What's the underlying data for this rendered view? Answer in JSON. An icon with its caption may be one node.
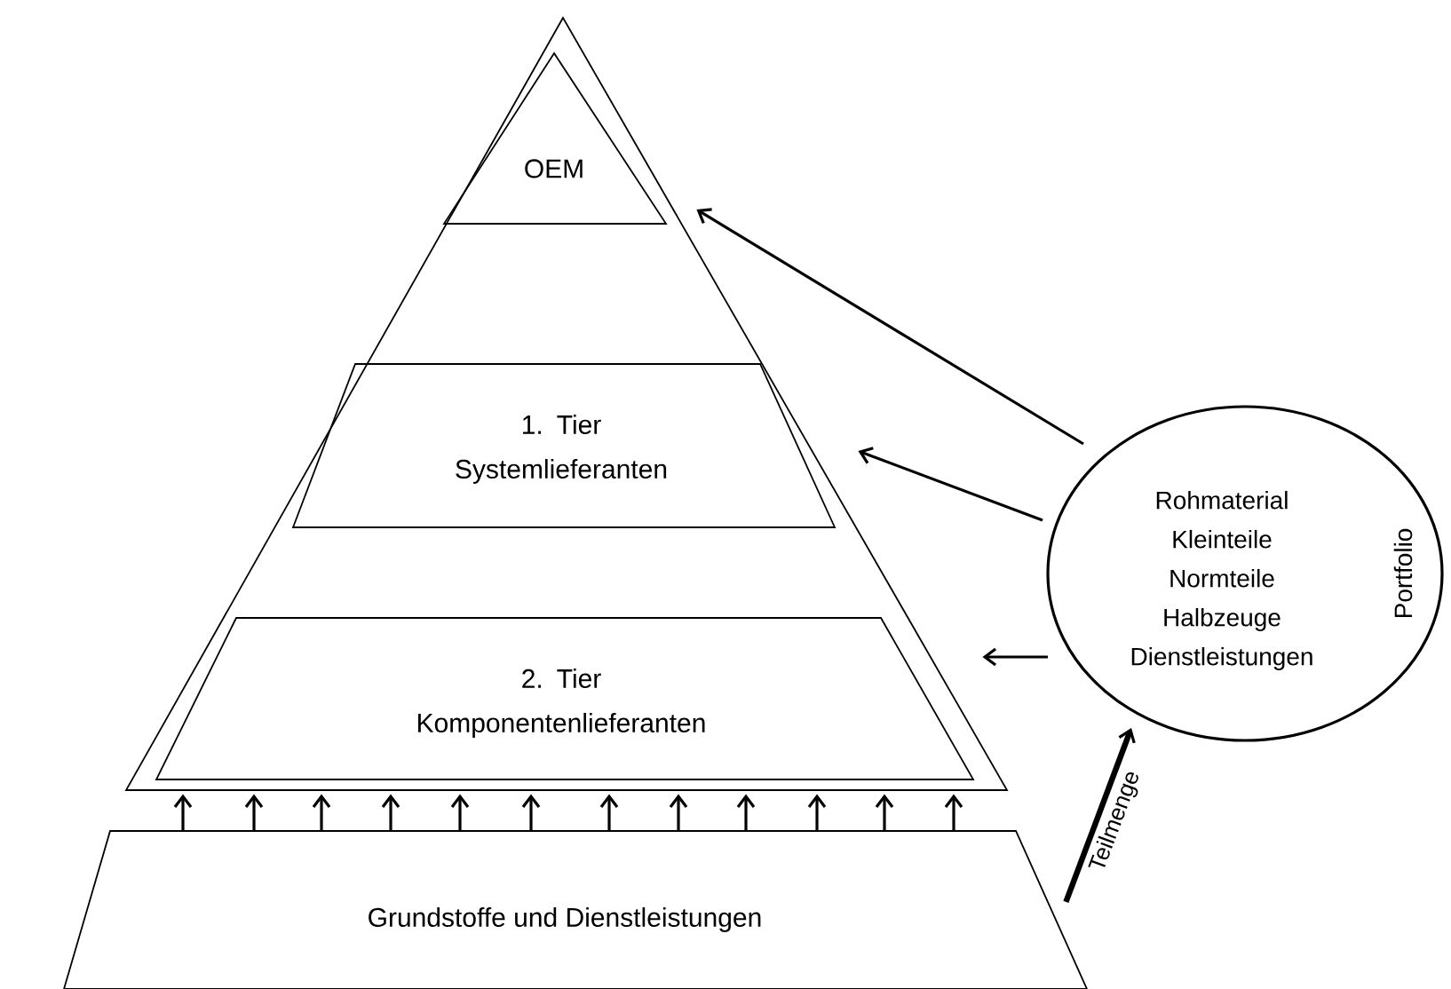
{
  "diagram": {
    "nodes": [
      {
        "text": [],
        "shape": "triangle"
      },
      {
        "text": [
          "OEM"
        ],
        "in": 0
      },
      {
        "text": [
          "1. Tier Systemlieferanten"
        ],
        "in": 0
      },
      {
        "text": [
          "2. Tier Komponentenlieferanten"
        ],
        "in": 0
      },
      {
        "text": [
          "Grundstoffe und Dienstleistungen"
        ]
      },
      {
        "text": [
          "Rohmaterial",
          "Kleinteile",
          "Normteile",
          "Halbzeuge",
          "Dienstleistungen",
          "Portfolio"
        ]
      }
    ],
    "edges": [
      {
        "from": 5,
        "to": 1,
        "arrow": "to"
      },
      {
        "from": 5,
        "to": 2,
        "arrow": "to"
      },
      {
        "from": 5,
        "to": 3,
        "arrow": "to"
      },
      {
        "from": 4,
        "to": 0,
        "arrow": "to"
      },
      {
        "from": 4,
        "to": 0,
        "arrow": "to"
      },
      {
        "from": 4,
        "to": 0,
        "arrow": "to"
      },
      {
        "from": 4,
        "to": 0,
        "arrow": "to"
      },
      {
        "from": 4,
        "to": 0,
        "arrow": "to"
      },
      {
        "from": 4,
        "to": 0,
        "arrow": "to"
      },
      {
        "from": 4,
        "to": 0,
        "arrow": "to"
      },
      {
        "from": 4,
        "to": 0,
        "arrow": "to"
      },
      {
        "from": 4,
        "to": 0,
        "arrow": "to"
      },
      {
        "from": 4,
        "to": 0,
        "arrow": "to"
      },
      {
        "from": 4,
        "to": 0,
        "arrow": "to"
      },
      {
        "from": 4,
        "to": 0,
        "arrow": "to"
      },
      {
        "from": 4,
        "to": 5,
        "arrow": "to",
        "label": "Teilmenge",
        "style": "thick"
      }
    ]
  }
}
